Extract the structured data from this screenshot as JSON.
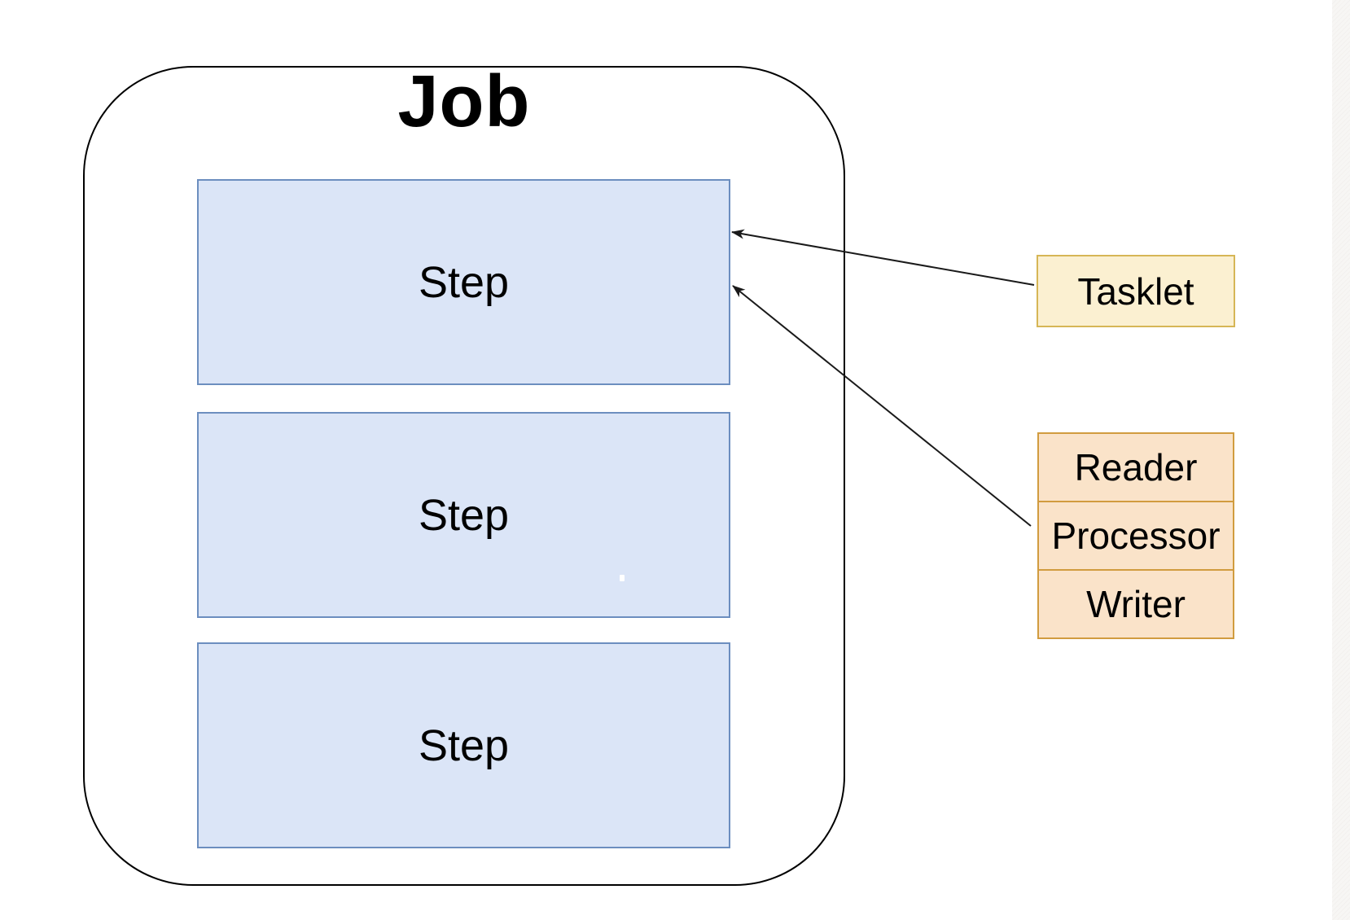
{
  "diagram": {
    "job": {
      "title": "Job",
      "steps": [
        {
          "label": "Step"
        },
        {
          "label": "Step"
        },
        {
          "label": "Step"
        }
      ]
    },
    "tasklet": {
      "label": "Tasklet"
    },
    "chunk_stack": {
      "items": [
        {
          "label": "Reader"
        },
        {
          "label": "Processor"
        },
        {
          "label": "Writer"
        }
      ]
    },
    "arrows": [
      {
        "name": "tasklet-to-step",
        "from": "Tasklet",
        "to": "Step 1"
      },
      {
        "name": "chunk-to-step",
        "from": "Reader/Processor/Writer",
        "to": "Step 1"
      }
    ]
  },
  "colors": {
    "step_fill": "#DBE5F7",
    "step_border": "#6C8EBF",
    "tasklet_fill": "#FBF0D1",
    "tasklet_border": "#D6B656",
    "chunk_fill": "#FAE3C9",
    "chunk_border": "#D19C3F",
    "line_color": "#1a1a1a"
  }
}
